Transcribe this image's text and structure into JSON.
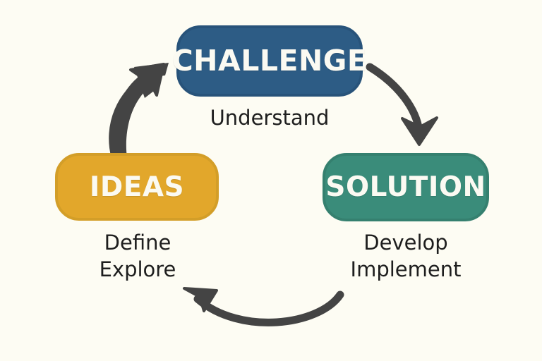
{
  "diagram": {
    "title": "Challenge-Ideas-Solution cycle",
    "background_color": "#FDFCF3",
    "arrow_color": "#444444",
    "nodes": [
      {
        "id": "challenge",
        "label": "CHALLENGE",
        "caption": "Understand",
        "fill_color": "#2D5C85",
        "text_color": "#FBFAF2"
      },
      {
        "id": "solution",
        "label": "SOLUTION",
        "caption": "Develop\nImplement",
        "fill_color": "#3A8C7A",
        "text_color": "#FBFAF2"
      },
      {
        "id": "ideas",
        "label": "IDEAS",
        "caption": "Define\nExplore",
        "fill_color": "#E2A72B",
        "text_color": "#FBFAF2"
      }
    ],
    "arrows": [
      {
        "id": "challenge-to-solution",
        "from": "challenge",
        "to": "solution"
      },
      {
        "id": "solution-to-ideas",
        "from": "solution",
        "to": "ideas"
      },
      {
        "id": "ideas-to-challenge",
        "from": "ideas",
        "to": "challenge"
      }
    ]
  }
}
